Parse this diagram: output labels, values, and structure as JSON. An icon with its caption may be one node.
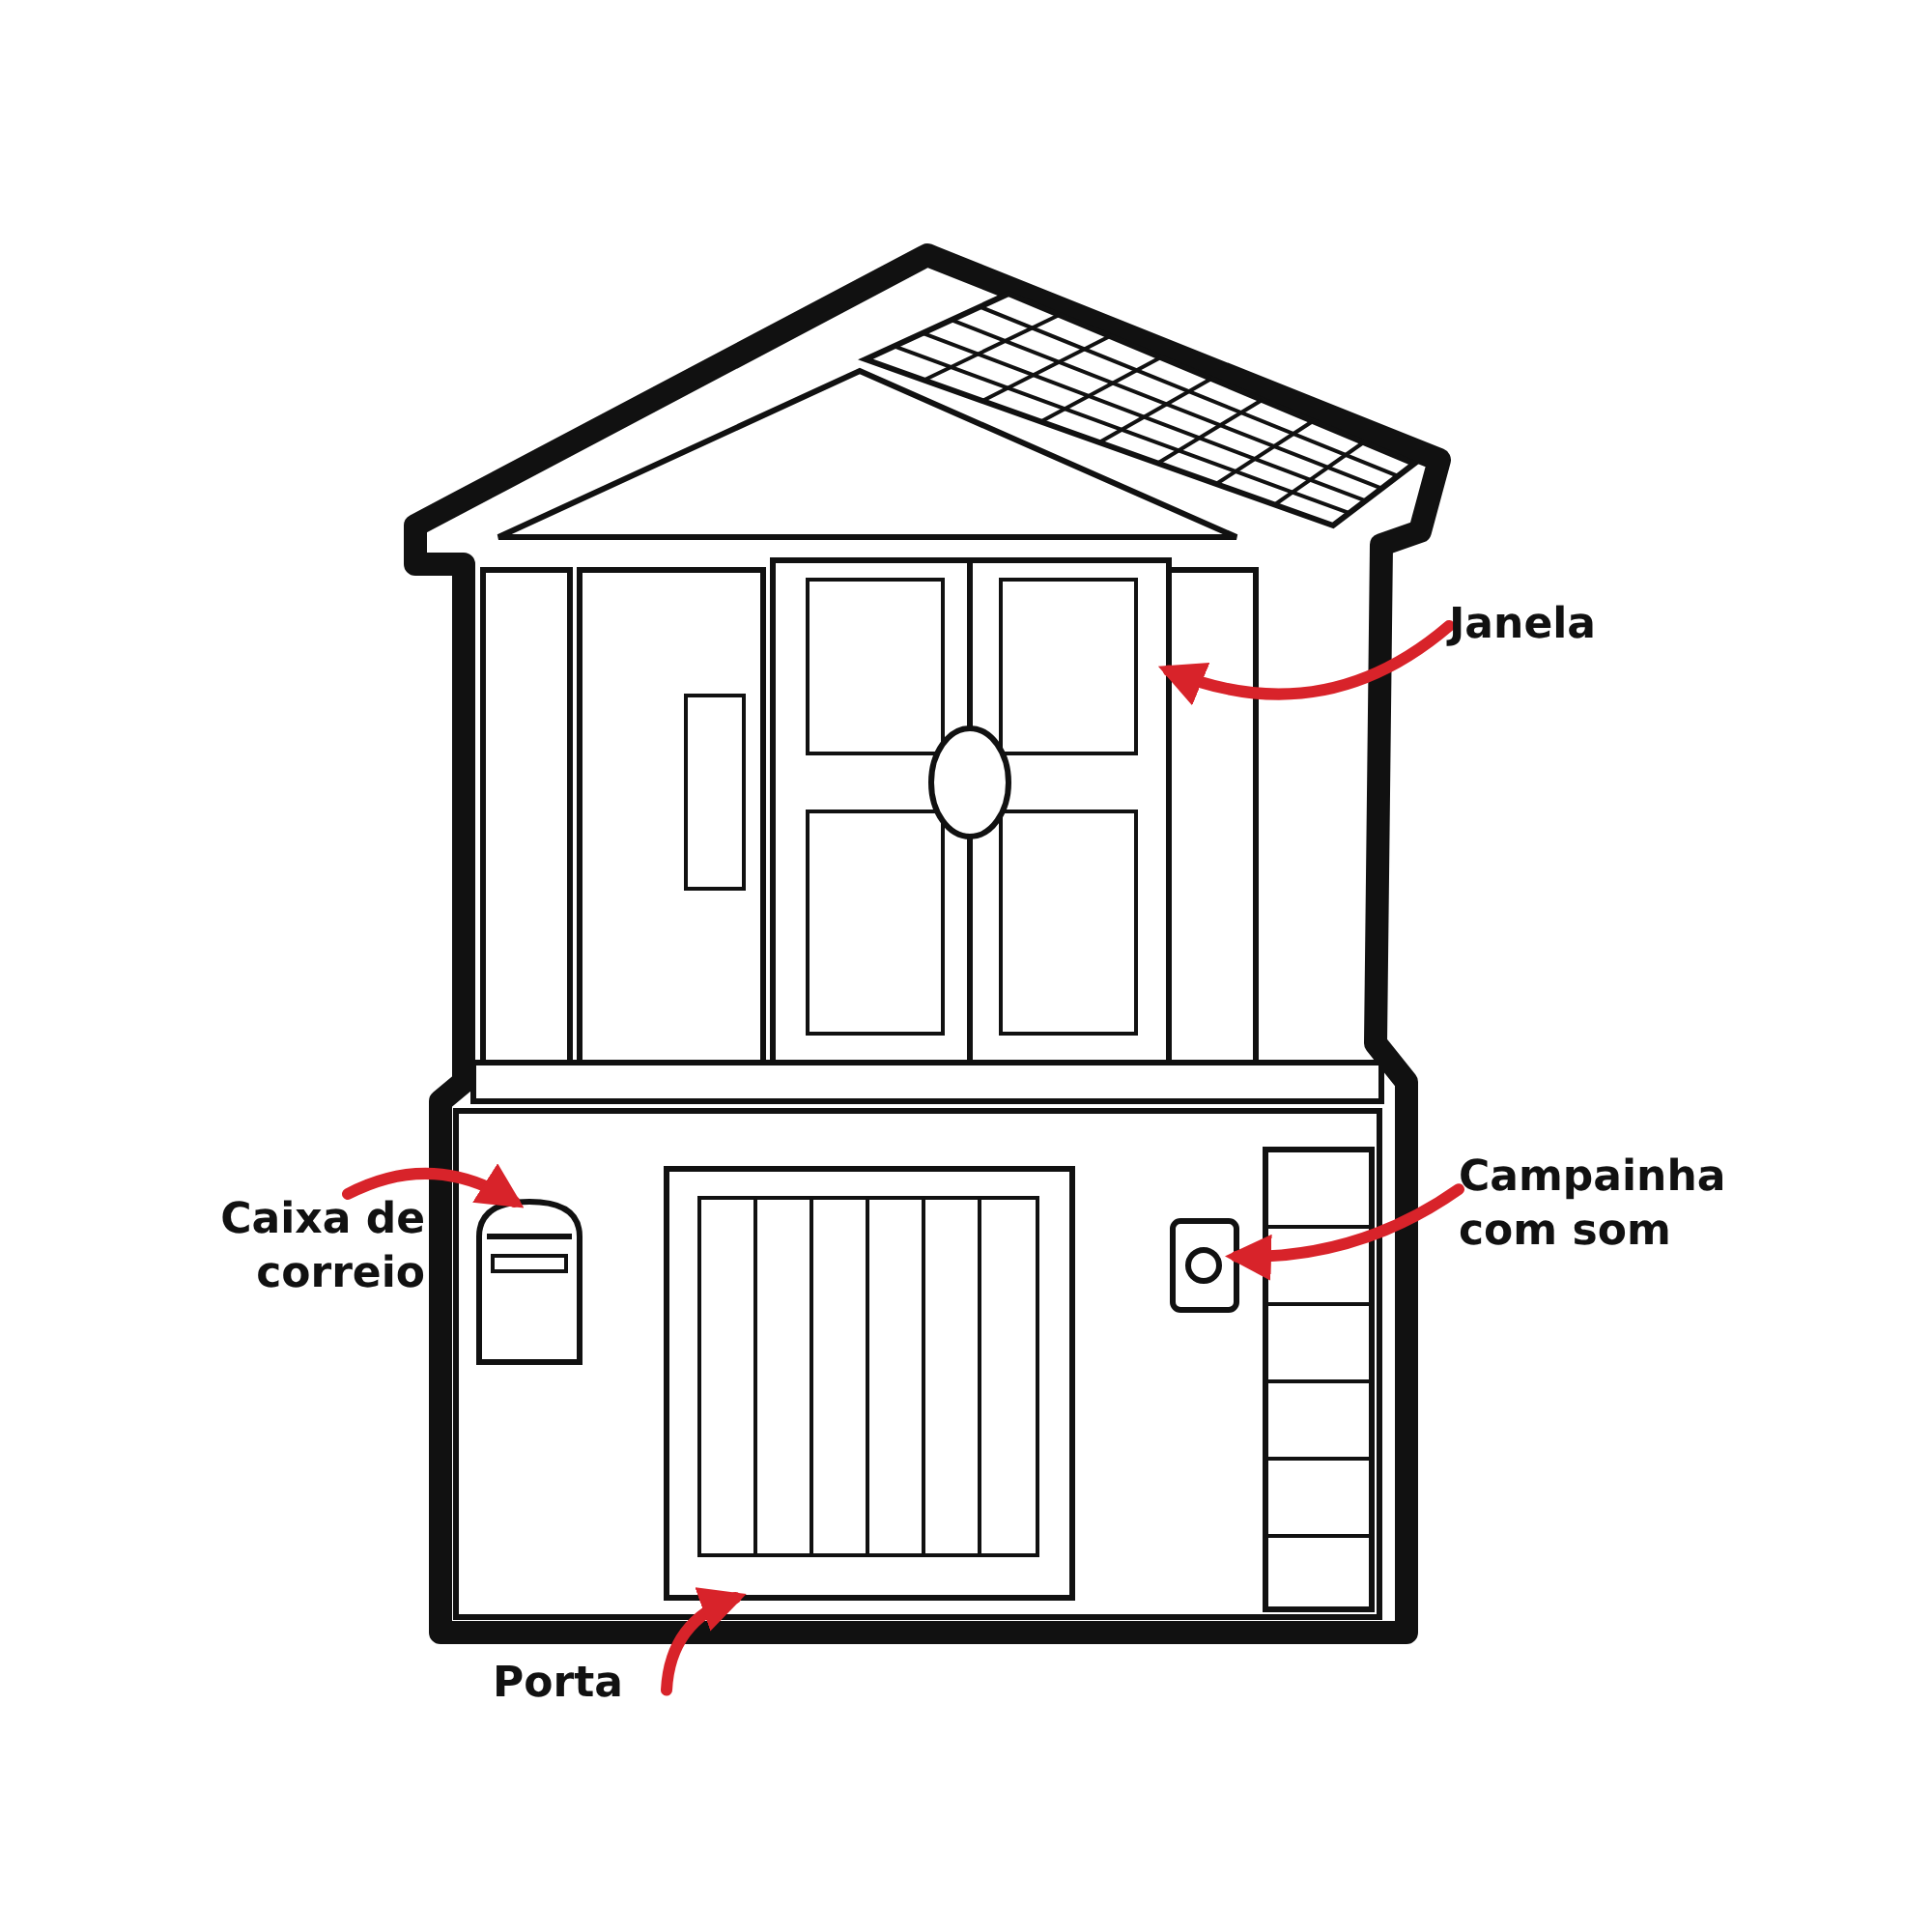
{
  "diagram": {
    "nodes": [
      {
        "text": [
          "Janela"
        ]
      },
      {
        "text": [],
        "shape": "picture"
      },
      {
        "text": [
          "Caixa de correio"
        ]
      },
      {
        "text": [],
        "shape": "picture"
      },
      {
        "text": [
          "Campainha com som"
        ]
      },
      {
        "text": [],
        "shape": "picture"
      },
      {
        "text": [
          "Porta"
        ]
      },
      {
        "text": [],
        "shape": "picture"
      }
    ],
    "edges": [
      {
        "from": 0,
        "to": 1,
        "arrow": "to"
      },
      {
        "from": 2,
        "to": 3,
        "arrow": "to"
      },
      {
        "from": 4,
        "to": 5,
        "arrow": "to"
      },
      {
        "from": 6,
        "to": 7,
        "arrow": "to"
      }
    ]
  }
}
